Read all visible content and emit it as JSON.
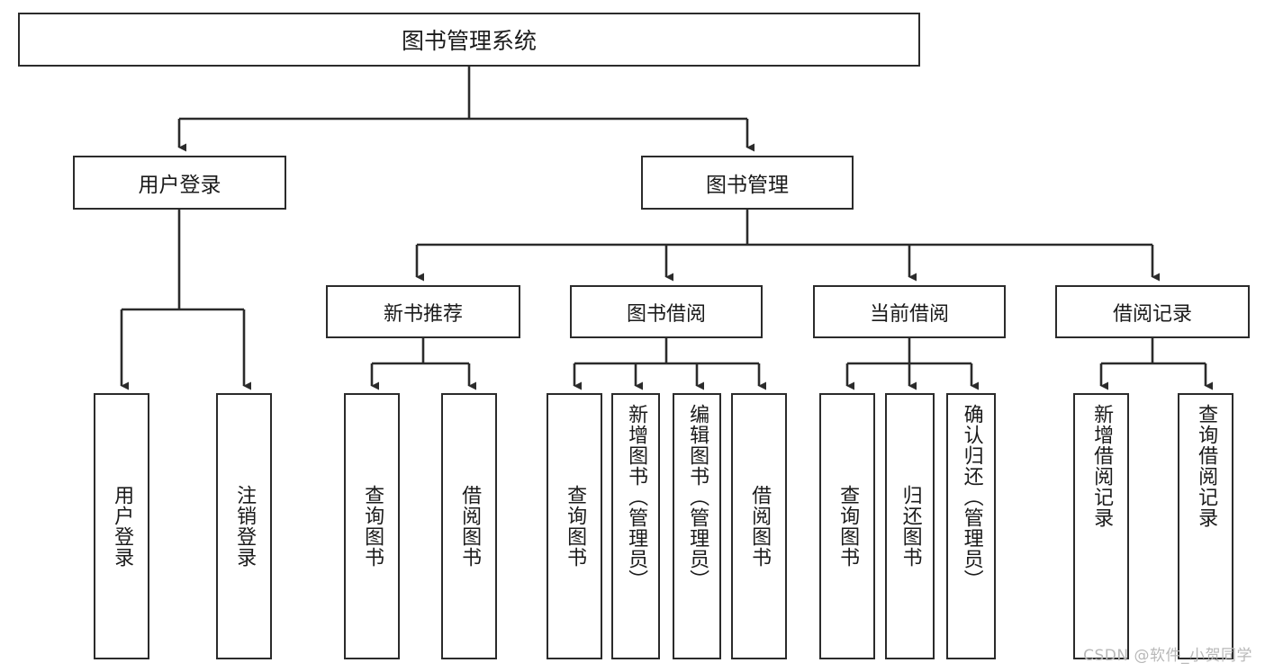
{
  "diagram": {
    "title": "图书管理系统",
    "type": "tree-hierarchy",
    "watermark": "CSDN @软件_小贺同学",
    "colors": {
      "background": "#ffffff",
      "box_border": "#2b2b2b",
      "box_fill": "#ffffff",
      "connector": "#2b2b2b",
      "text": "#1b1b1b",
      "watermark": "#b8b8b8"
    },
    "root": {
      "label": "图书管理系统"
    },
    "level1": [
      {
        "label": "用户登录"
      },
      {
        "label": "图书管理"
      }
    ],
    "level2": [
      {
        "label": "新书推荐"
      },
      {
        "label": "图书借阅"
      },
      {
        "label": "当前借阅"
      },
      {
        "label": "借阅记录"
      }
    ],
    "leaves": {
      "user_login": [
        {
          "label": "用户登录"
        },
        {
          "label": "注销登录"
        }
      ],
      "new_book_recommend": [
        {
          "label": "查询图书"
        },
        {
          "label": "借阅图书"
        }
      ],
      "book_borrow": [
        {
          "label": "查询图书"
        },
        {
          "label": "新增图书（管理员）"
        },
        {
          "label": "编辑图书（管理员）"
        },
        {
          "label": "借阅图书"
        }
      ],
      "current_borrow": [
        {
          "label": "查询图书"
        },
        {
          "label": "归还图书"
        },
        {
          "label": "确认归还（管理员）"
        }
      ],
      "borrow_record": [
        {
          "label": "新增借阅记录"
        },
        {
          "label": "查询借阅记录"
        }
      ]
    }
  }
}
